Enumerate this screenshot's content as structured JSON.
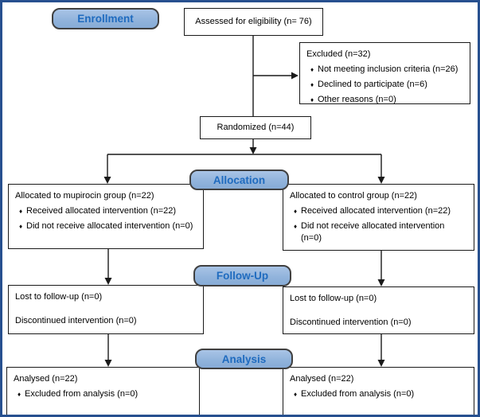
{
  "glyphs": {
    "bullet": "♦"
  },
  "colors": {
    "frame_border": "#27508F",
    "stage_label_fill": "#92B4DC",
    "stage_label_border": "#404040",
    "stage_label_text": "#1F6BBF",
    "box_border": "#1A1A1A",
    "connector_line": "#1A1A1A",
    "box_fill": "#FFFFFF"
  },
  "stage_labels": {
    "enrollment": "Enrollment",
    "allocation": "Allocation",
    "follow_up": "Follow-Up",
    "analysis": "Analysis"
  },
  "boxes": {
    "assessed": {
      "text": "Assessed for eligibility (n= 76)"
    },
    "excluded": {
      "title": "Excluded (n=32)",
      "bullets": [
        "Not meeting inclusion criteria (n=26)",
        "Declined to participate (n=6)",
        "Other reasons (n=0)"
      ]
    },
    "randomized": {
      "text": "Randomized (n=44)"
    },
    "allocation_left": {
      "title": "Allocated to mupirocin group (n=22)",
      "bullets": [
        "Received allocated intervention (n=22)",
        "Did not receive allocated intervention (n=0)"
      ]
    },
    "allocation_right": {
      "title": "Allocated to control group (n=22)",
      "bullets": [
        "Received allocated intervention (n=22)",
        "Did not receive allocated intervention (n=0)"
      ]
    },
    "followup_left": {
      "lines": [
        "Lost to follow-up (n=0)",
        "Discontinued intervention (n=0)"
      ]
    },
    "followup_right": {
      "lines": [
        "Lost to follow-up (n=0)",
        "Discontinued intervention (n=0)"
      ]
    },
    "analysis_left": {
      "title": "Analysed (n=22)",
      "bullets": [
        "Excluded from analysis (n=0)"
      ]
    },
    "analysis_right": {
      "title": "Analysed (n=22)",
      "bullets": [
        "Excluded from analysis (n=0)"
      ]
    }
  }
}
